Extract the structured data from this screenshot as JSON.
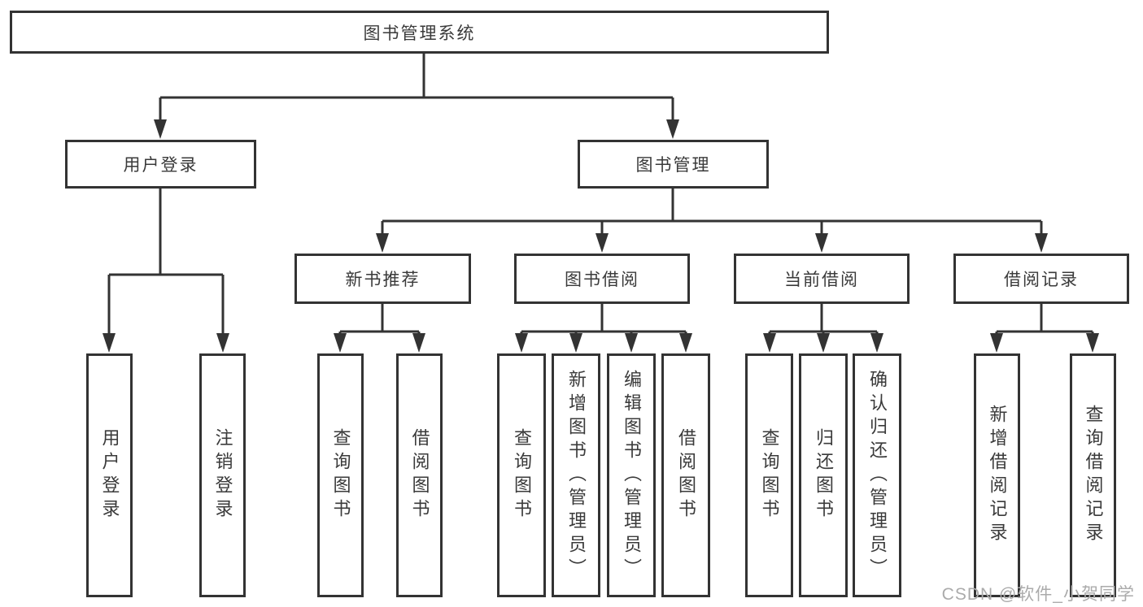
{
  "colors": {
    "line": "#333333",
    "box_border": "#333333",
    "text": "#3a3a3a",
    "watermark": "#ababab",
    "background": "#ffffff"
  },
  "diagram": {
    "type": "hierarchy-tree",
    "root": {
      "label": "图书管理系统"
    },
    "branches": [
      {
        "label": "用户登录",
        "children": [
          {
            "label": "用户登录"
          },
          {
            "label": "注销登录"
          }
        ]
      },
      {
        "label": "图书管理",
        "children": [
          {
            "label": "新书推荐",
            "children": [
              {
                "label": "查询图书"
              },
              {
                "label": "借阅图书"
              }
            ]
          },
          {
            "label": "图书借阅",
            "children": [
              {
                "label": "查询图书"
              },
              {
                "label": "新增图书（管理员）"
              },
              {
                "label": "编辑图书（管理员）"
              },
              {
                "label": "借阅图书"
              }
            ]
          },
          {
            "label": "当前借阅",
            "children": [
              {
                "label": "查询图书"
              },
              {
                "label": "归还图书"
              },
              {
                "label": "确认归还（管理员）"
              }
            ]
          },
          {
            "label": "借阅记录",
            "children": [
              {
                "label": "新增借阅记录"
              },
              {
                "label": "查询借阅记录"
              }
            ]
          }
        ]
      }
    ]
  },
  "watermark": "CSDN @软件_小贺同学"
}
